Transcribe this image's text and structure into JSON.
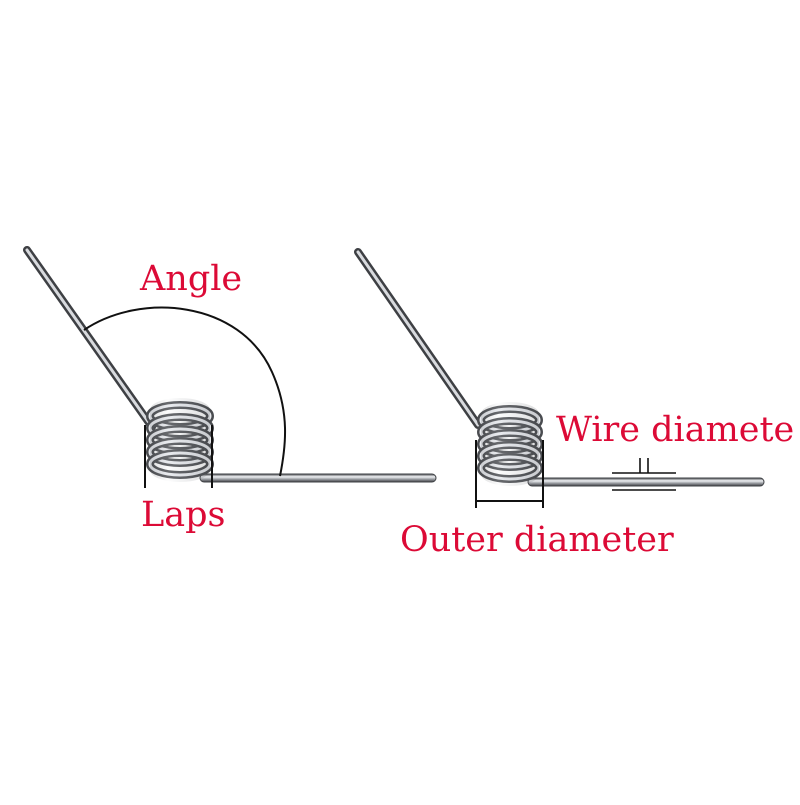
{
  "labels": {
    "angle": "Angle",
    "laps": "Laps",
    "wire_diameter": "Wire diamete",
    "outer_diameter": "Outer diameter"
  },
  "colors": {
    "label": "#dc0a36",
    "background": "#ffffff",
    "wire_dark": "#55575a",
    "wire_light": "#e4e6ea",
    "callout_line": "#111111"
  }
}
